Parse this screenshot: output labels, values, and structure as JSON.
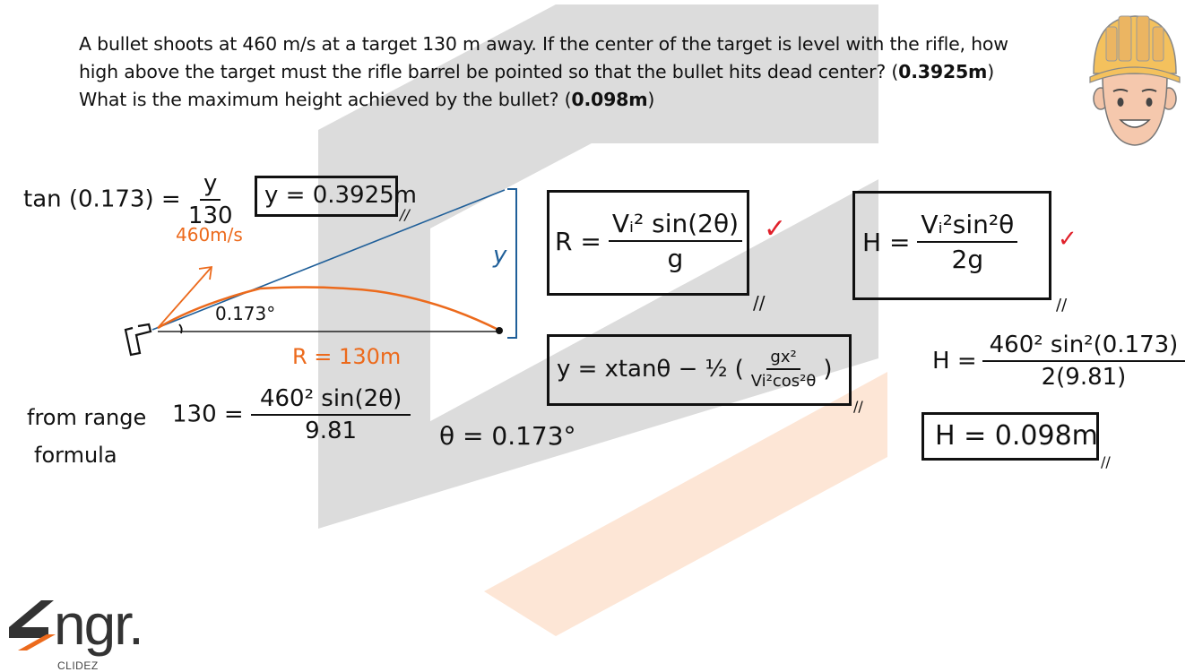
{
  "question": {
    "line1": "A bullet shoots at 460 m/s at a target 130 m away. If the center of the target is level with the rifle, how",
    "line2_pre": "high above the target must the rifle barrel be pointed so that the bullet hits dead center? (",
    "line2_answer": "0.3925m",
    "line2_post": ")",
    "line3_pre": "What is the maximum height achieved by the bullet? (",
    "line3_answer": "0.098m",
    "line3_post": ")"
  },
  "colors": {
    "orange": "#ec6a1c",
    "blue": "#1f5f99",
    "red": "#e0202a",
    "watermark_gray": "#dcdcdc",
    "watermark_orange": "#fde6d6"
  },
  "diagram": {
    "tan_eq_left": "tan (0.173) =",
    "tan_eq_num": "y",
    "tan_eq_den": "130",
    "velocity_label": "460m/s",
    "y_result": "y = 0.3925m",
    "double_tick": "//",
    "angle_label": "0.173°",
    "range_label": "R = 130m",
    "height_label": "y"
  },
  "range_formula_work": {
    "label_line1": "from range",
    "label_line2": "formula",
    "lhs": "130 =",
    "num": "460² sin(2θ)",
    "den": "9.81",
    "theta_result": "θ = 0.173°"
  },
  "formulas": {
    "range": {
      "lhs": "R =",
      "num": "Vᵢ² sin(2θ)",
      "den": "g",
      "check": "✓",
      "tick": "//"
    },
    "trajectory": {
      "lhs": "y =",
      "term1": "xtanθ −",
      "half": "½",
      "num": "gx²",
      "den": "Vi²cos²θ",
      "tick": "//"
    },
    "max_height": {
      "lhs": "H =",
      "num": "Vᵢ²sin²θ",
      "den": "2g",
      "check": "✓",
      "tick": "//"
    }
  },
  "max_height_work": {
    "lhs": "H =",
    "num": "460² sin²(0.173)",
    "den": "2(9.81)",
    "result": "H = 0.098m",
    "tick": "//"
  },
  "logo": {
    "text": "ngr.",
    "subtext": "CLIDEZ"
  },
  "mascot": "engineer-mascot-icon"
}
